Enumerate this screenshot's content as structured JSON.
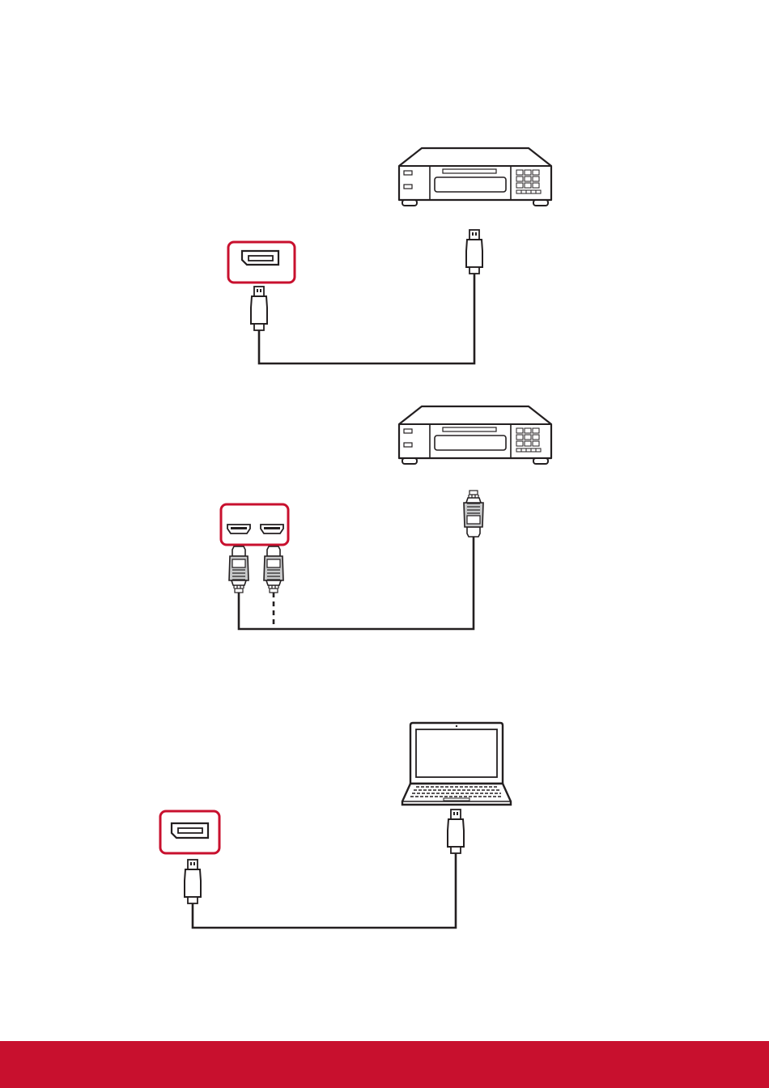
{
  "colors": {
    "accent": "#c8102e",
    "line": "#231f20",
    "connector_gray": "#c8c9ca",
    "background": "#ffffff"
  },
  "diagrams": [
    {
      "id": "displayport-av",
      "source": "dvd-player-icon",
      "display_port": "displayport-port-icon",
      "cable": "solid"
    },
    {
      "id": "hdmi-av",
      "source": "dvd-player-icon",
      "display_port": "hdmi-ports-icon",
      "cable": "solid-with-dashed-alternate"
    },
    {
      "id": "displayport-pc",
      "source": "laptop-icon",
      "display_port": "displayport-port-icon",
      "cable": "solid"
    }
  ],
  "footer": {
    "background": "#c8102e"
  }
}
